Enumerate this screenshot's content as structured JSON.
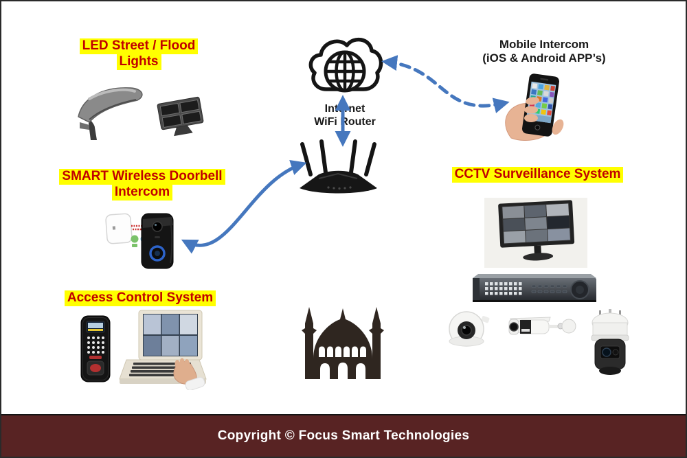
{
  "colors": {
    "highlight_bg": "#FFFF00",
    "label_text": "#C00000",
    "arrow": "#4577BE",
    "footer_bg": "#582323",
    "footer_text": "#FFFFFF"
  },
  "nodes": {
    "led_lights": {
      "line1": "LED Street / Flood",
      "line2": "Lights",
      "images": [
        "street-light",
        "flood-light"
      ]
    },
    "internet": {
      "line1": "Internet",
      "line2": "WiFi Router",
      "images": [
        "internet-cloud",
        "wifi-router"
      ]
    },
    "mobile_intercom": {
      "line1": "Mobile Intercom",
      "line2": "(iOS & Android APP’s)",
      "images": [
        "hand-smartphone"
      ]
    },
    "doorbell": {
      "line1": "SMART Wireless Doorbell",
      "line2": "Intercom",
      "images": [
        "doorbell-chime",
        "intercom-signal",
        "video-doorbell"
      ]
    },
    "cctv": {
      "label": "CCTV Surveillance System",
      "images": [
        "cctv-monitor",
        "dvr-recorder",
        "dome-camera",
        "bullet-camera",
        "ptz-camera"
      ]
    },
    "access_control": {
      "label": "Access Control System",
      "images": [
        "fingerprint-reader",
        "laptop-operator"
      ]
    },
    "building": {
      "images": [
        "mosque-silhouette"
      ]
    }
  },
  "connections": [
    {
      "from": "internet-cloud",
      "to": "wifi-router",
      "line": "solid",
      "bidirectional": true
    },
    {
      "from": "video-doorbell",
      "to": "wifi-router",
      "line": "solid",
      "bidirectional": true
    },
    {
      "from": "internet-cloud",
      "to": "hand-smartphone",
      "line": "dashed",
      "bidirectional": true
    }
  ],
  "footer": {
    "text": "Copyright © Focus Smart Technologies"
  }
}
